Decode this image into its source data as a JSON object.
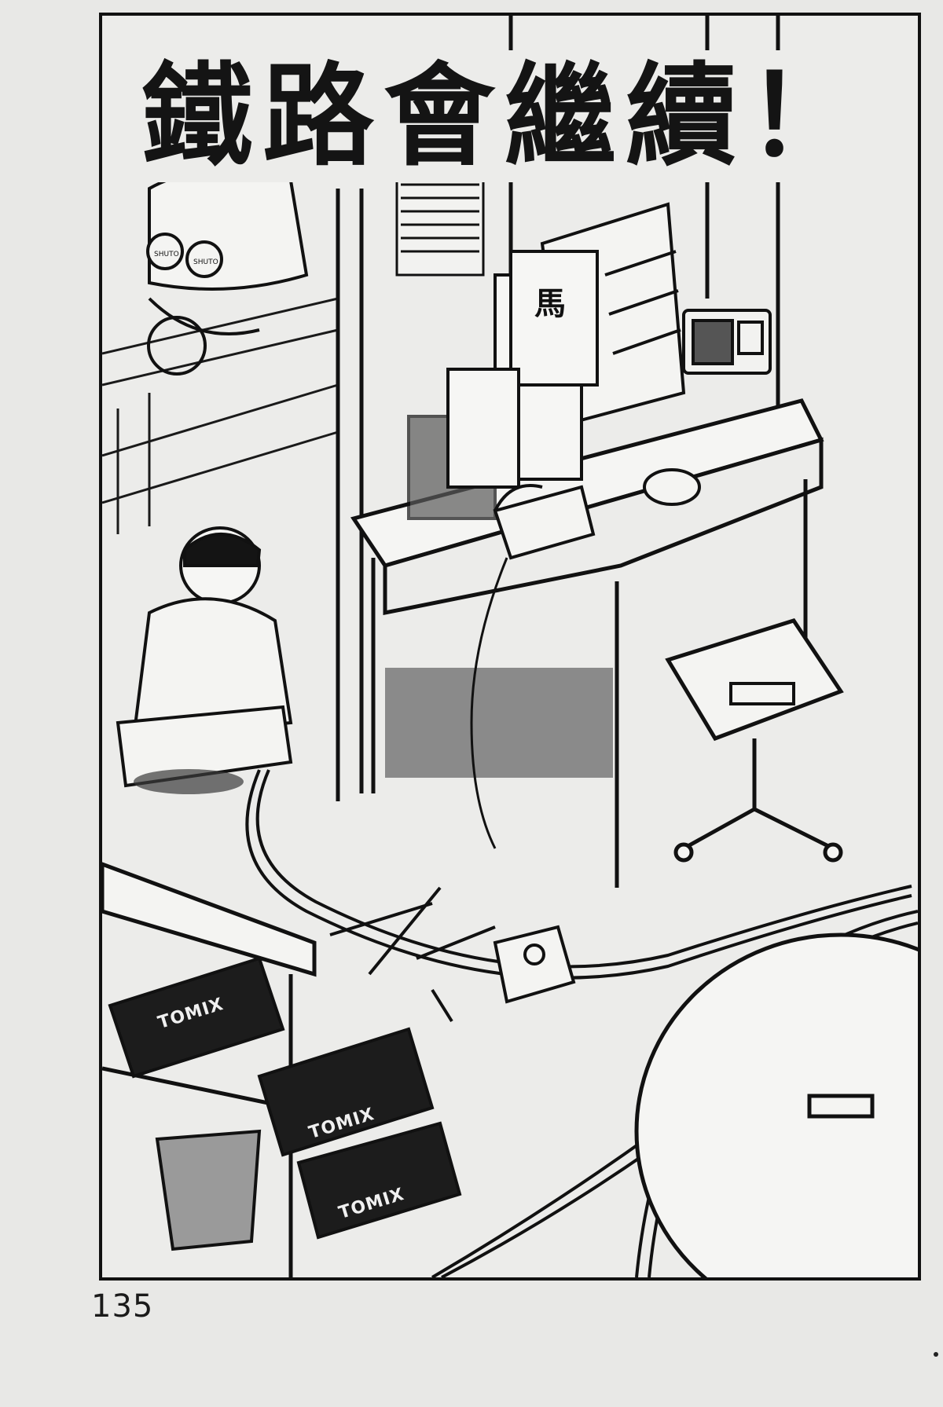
{
  "title": "鐵路會繼續！",
  "page_number": "135",
  "box_brand": "TOMIX",
  "book_label": "馬",
  "bike_badges": [
    "SHUTO",
    "SHUTO"
  ],
  "colors": {
    "paper": "#e8e8e6",
    "ink": "#141414"
  }
}
